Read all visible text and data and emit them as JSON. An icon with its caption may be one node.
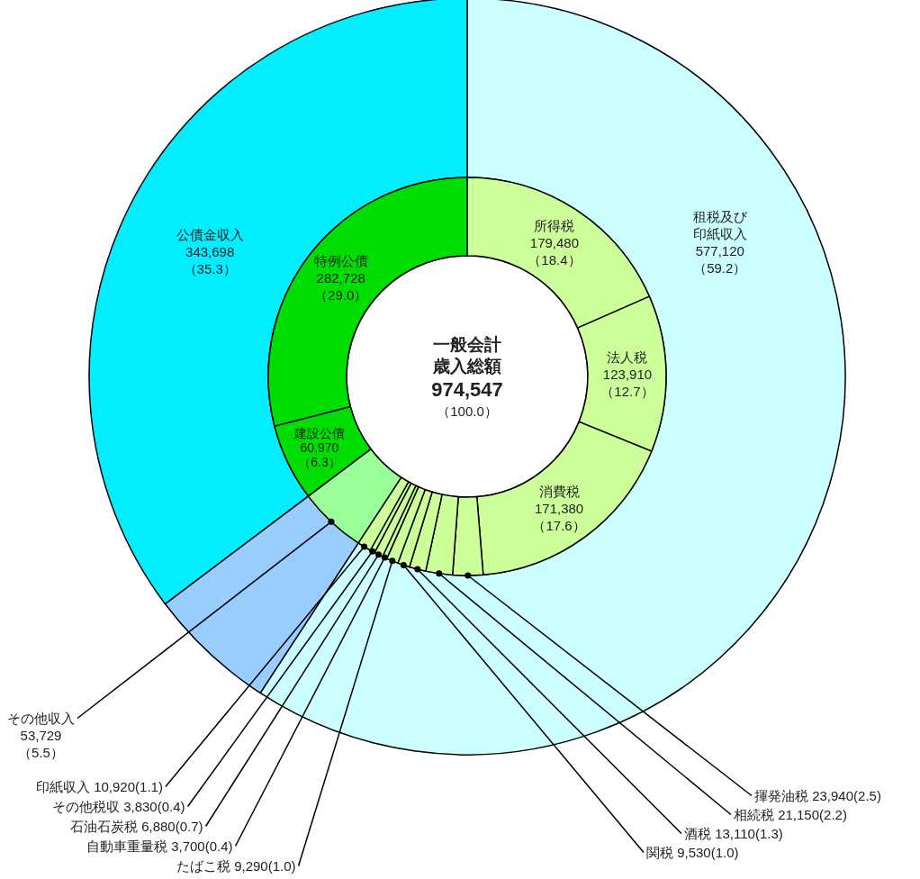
{
  "diagram": {
    "nodes": [
      {
        "text": [
          "一般会計歳入総額",
          "974,547",
          "（100.0）"
        ]
      },
      {
        "text": [
          "租税及び印紙収入",
          "577,120",
          "（59.2）"
        ]
      },
      {
        "text": [],
        "shape": "wedge"
      },
      {
        "text": [
          "公債金収入",
          "343,698",
          "（35.3）"
        ]
      },
      {
        "text": [
          "所得税",
          "179,480",
          "（18.4）"
        ]
      },
      {
        "text": [
          "法人税",
          "123,910",
          "（12.7）"
        ]
      },
      {
        "text": [
          "消費税",
          "171,380",
          "（17.6）"
        ]
      },
      {
        "text": [],
        "shape": "wedge"
      },
      {
        "text": [],
        "shape": "wedge"
      },
      {
        "text": [],
        "shape": "wedge"
      },
      {
        "text": [],
        "shape": "wedge"
      },
      {
        "text": [],
        "shape": "wedge"
      },
      {
        "text": [],
        "shape": "wedge"
      },
      {
        "text": [],
        "shape": "wedge"
      },
      {
        "text": [],
        "shape": "wedge"
      },
      {
        "text": [],
        "shape": "wedge"
      },
      {
        "text": [],
        "shape": "wedge"
      },
      {
        "text": [
          "建設公債",
          "60,970",
          "（6.3）"
        ]
      },
      {
        "text": [
          "特例公債",
          "282,728",
          "（29.0）"
        ]
      },
      {
        "text": [
          "その他収入",
          "53,729",
          "（5.5）"
        ]
      },
      {
        "text": [
          "印紙収入 10,920(1.1)"
        ]
      },
      {
        "text": [
          "その他税収 3,830(0.4)"
        ]
      },
      {
        "text": [
          "石油石炭税 6,880(0.7)"
        ]
      },
      {
        "text": [
          "自動車重量税 3,700(0.4)"
        ]
      },
      {
        "text": [
          "たばこ税 9,290(1.0)"
        ]
      },
      {
        "text": [
          "揮発油税 23,940(2.5)"
        ]
      },
      {
        "text": [
          "相続税 21,150(2.2)"
        ]
      },
      {
        "text": [
          "酒税 13,110(1.3)"
        ]
      },
      {
        "text": [
          "関税 9,530(1.0)"
        ]
      }
    ],
    "edges": [
      {
        "from": 19,
        "to": 16,
        "arrow": "other"
      },
      {
        "from": 20,
        "to": 15,
        "arrow": "other"
      },
      {
        "from": 21,
        "to": 14,
        "arrow": "other"
      },
      {
        "from": 22,
        "to": 13,
        "arrow": "other"
      },
      {
        "from": 23,
        "to": 12,
        "arrow": "other"
      },
      {
        "from": 24,
        "to": 11,
        "arrow": "other"
      },
      {
        "from": 25,
        "to": 7,
        "arrow": "other"
      },
      {
        "from": 26,
        "to": 8,
        "arrow": "other"
      },
      {
        "from": 27,
        "to": 9,
        "arrow": "other"
      },
      {
        "from": 28,
        "to": 10,
        "arrow": "other"
      }
    ]
  }
}
